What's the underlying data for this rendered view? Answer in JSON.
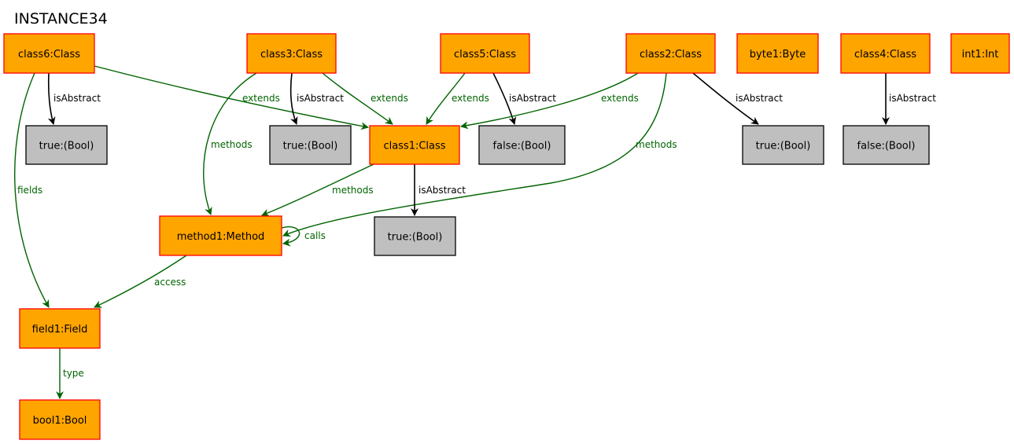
{
  "title": "INSTANCE34",
  "colors": {
    "object_fill": "#ffa500",
    "object_stroke": "#ff0000",
    "value_fill": "#bfbfbf",
    "value_stroke": "#000000",
    "ref_edge": "#006400",
    "attr_edge": "#000000"
  },
  "nodes": [
    {
      "id": "class6",
      "label": "class6:Class",
      "kind": "object"
    },
    {
      "id": "class3",
      "label": "class3:Class",
      "kind": "object"
    },
    {
      "id": "class5",
      "label": "class5:Class",
      "kind": "object"
    },
    {
      "id": "class2",
      "label": "class2:Class",
      "kind": "object"
    },
    {
      "id": "byte1",
      "label": "byte1:Byte",
      "kind": "object"
    },
    {
      "id": "class4",
      "label": "class4:Class",
      "kind": "object"
    },
    {
      "id": "int1",
      "label": "int1:Int",
      "kind": "object"
    },
    {
      "id": "v_c6",
      "label": "true:(Bool)",
      "kind": "value"
    },
    {
      "id": "v_c3",
      "label": "true:(Bool)",
      "kind": "value"
    },
    {
      "id": "class1",
      "label": "class1:Class",
      "kind": "object"
    },
    {
      "id": "v_c5",
      "label": "false:(Bool)",
      "kind": "value"
    },
    {
      "id": "v_c2",
      "label": "true:(Bool)",
      "kind": "value"
    },
    {
      "id": "v_c4",
      "label": "false:(Bool)",
      "kind": "value"
    },
    {
      "id": "method1",
      "label": "method1:Method",
      "kind": "object"
    },
    {
      "id": "v_c1",
      "label": "true:(Bool)",
      "kind": "value"
    },
    {
      "id": "field1",
      "label": "field1:Field",
      "kind": "object"
    },
    {
      "id": "bool1",
      "label": "bool1:Bool",
      "kind": "object"
    }
  ],
  "edges": [
    {
      "id": "e1",
      "from": "class6",
      "to": "v_c6",
      "label": "isAbstract",
      "kind": "attr"
    },
    {
      "id": "e2",
      "from": "class6",
      "to": "class1",
      "label": "extends",
      "kind": "ref"
    },
    {
      "id": "e3",
      "from": "class6",
      "to": "field1",
      "label": "fields",
      "kind": "ref"
    },
    {
      "id": "e4",
      "from": "class3",
      "to": "v_c3",
      "label": "isAbstract",
      "kind": "attr"
    },
    {
      "id": "e5",
      "from": "class3",
      "to": "class1",
      "label": "extends",
      "kind": "ref"
    },
    {
      "id": "e6",
      "from": "class3",
      "to": "method1",
      "label": "methods",
      "kind": "ref"
    },
    {
      "id": "e7",
      "from": "class5",
      "to": "class1",
      "label": "extends",
      "kind": "ref"
    },
    {
      "id": "e8",
      "from": "class5",
      "to": "v_c5",
      "label": "isAbstract",
      "kind": "attr"
    },
    {
      "id": "e9",
      "from": "class2",
      "to": "class1",
      "label": "extends",
      "kind": "ref"
    },
    {
      "id": "e10",
      "from": "class2",
      "to": "v_c2",
      "label": "isAbstract",
      "kind": "attr"
    },
    {
      "id": "e11",
      "from": "class2",
      "to": "method1",
      "label": "methods",
      "kind": "ref"
    },
    {
      "id": "e12",
      "from": "class4",
      "to": "v_c4",
      "label": "isAbstract",
      "kind": "attr"
    },
    {
      "id": "e13",
      "from": "class1",
      "to": "method1",
      "label": "methods",
      "kind": "ref"
    },
    {
      "id": "e14",
      "from": "class1",
      "to": "v_c1",
      "label": "isAbstract",
      "kind": "attr"
    },
    {
      "id": "e15",
      "from": "method1",
      "to": "method1",
      "label": "calls",
      "kind": "ref"
    },
    {
      "id": "e16",
      "from": "method1",
      "to": "field1",
      "label": "access",
      "kind": "ref"
    },
    {
      "id": "e17",
      "from": "field1",
      "to": "bool1",
      "label": "type",
      "kind": "ref"
    }
  ]
}
